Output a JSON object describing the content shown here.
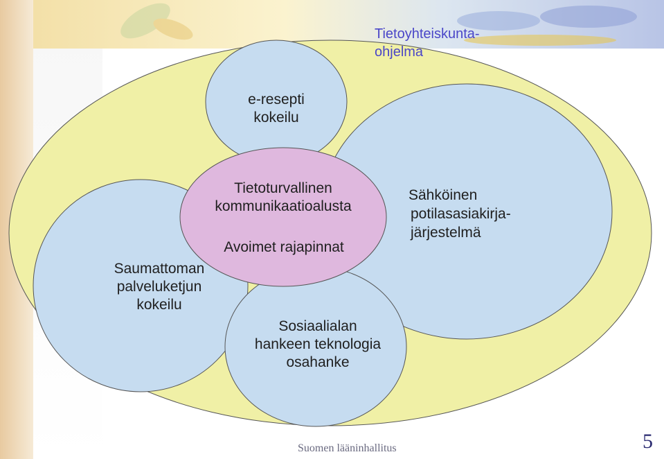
{
  "program_title": [
    "Tietoyhteiskunta-",
    "ohjelma"
  ],
  "bubbles": {
    "e_resepti": [
      "e-resepti",
      "kokeilu"
    ],
    "center": [
      "Tietoturvallinen",
      "kommunikaatioalusta"
    ],
    "center_sub": "Avoimet rajapinnat",
    "sahkoinen": [
      "Sähköinen",
      "potilasasiakirja-",
      "järjestelmä"
    ],
    "saumattoman": [
      "Saumattoman",
      "palveluketjun",
      "kokeilu"
    ],
    "sosiaali": [
      "Sosiaalialan",
      "hankeen teknologia",
      "osahanke"
    ]
  },
  "footer": "Suomen lääninhallitus",
  "page_number": "5",
  "colors": {
    "outer_fill": "#f0f0a6",
    "bubble_fill": "#c6dcf0",
    "center_fill": "#dfb8de",
    "title_color": "#4a46c8"
  }
}
